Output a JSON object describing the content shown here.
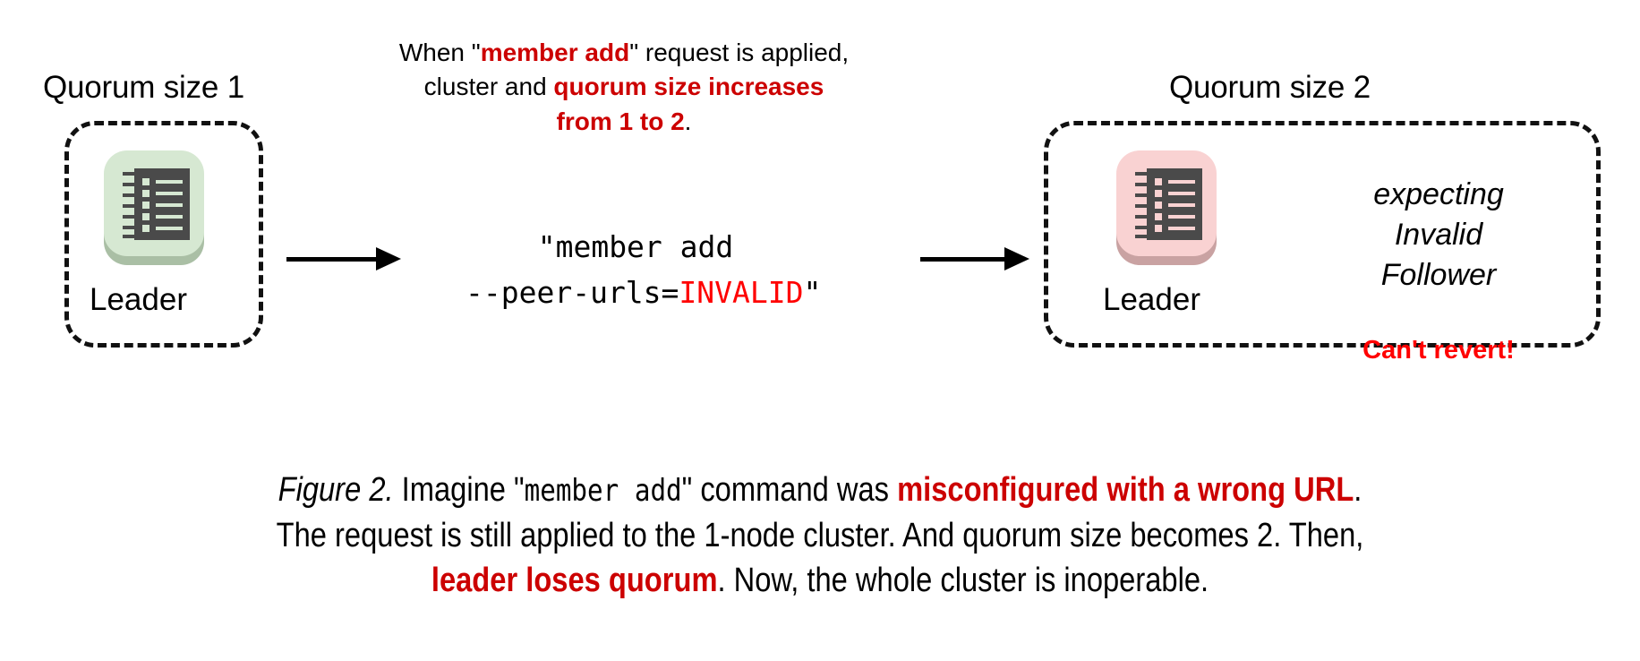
{
  "colors": {
    "dark_red": "#cc0000",
    "bright_red": "#ff0000",
    "black": "#000000",
    "green_tile": "#d6e8d2",
    "green_shadow": "#aabfa5",
    "pink_tile": "#f9d2d2",
    "pink_shadow": "#c9a2a2",
    "icon_body": "#4a4a4a",
    "background": "#ffffff"
  },
  "left_cluster": {
    "title": "Quorum size 1",
    "node_label": "Leader",
    "icon_name": "server-icon-green"
  },
  "right_cluster": {
    "title": "Quorum size 2",
    "node_label": "Leader",
    "icon_name": "server-icon-pink",
    "status_lines": [
      "expecting",
      "Invalid",
      "Follower"
    ],
    "warning": "Can't revert!"
  },
  "top_annotation": {
    "line1_pre": "When \"",
    "line1_emph": "member add",
    "line1_post": "\" request is applied,",
    "line2_pre": "cluster and ",
    "line2_emph": "quorum size increases",
    "line3_emph": "from 1 to 2",
    "line3_post": "."
  },
  "command": {
    "line1": "\"member add",
    "line2_pre": "--peer-urls=",
    "line2_invalid": "INVALID",
    "line2_post": "\""
  },
  "arrows": {
    "left_arrow_name": "arrow-right-icon",
    "right_arrow_name": "arrow-right-icon"
  },
  "figure_caption": {
    "label": "Figure 2.",
    "l1_a": " Imagine \"",
    "l1_mono": "member add",
    "l1_b": "\" command was ",
    "l1_emph": "misconfigured with a wrong URL",
    "l1_c": ".",
    "l2": "The request is still applied to the 1-node cluster. And quorum size becomes 2. Then,",
    "l3_emph": "leader loses quorum",
    "l3_post": ". Now, the whole cluster is inoperable."
  }
}
